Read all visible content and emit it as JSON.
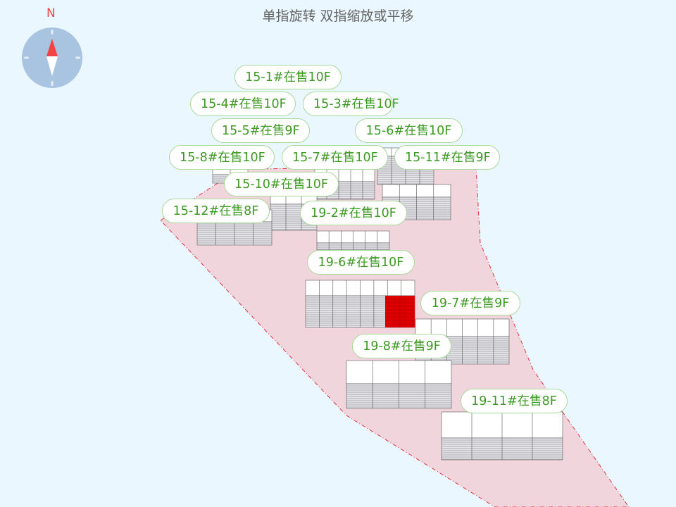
{
  "hint": "单指旋转 双指缩放或平移",
  "compass": {
    "north_label": "N"
  },
  "colors": {
    "background": "#eaf7fe",
    "area_fill": "#f0d6dc",
    "boundary": "#e0333d",
    "label_text": "#3c9a22",
    "sold_unit": "#dd0000"
  },
  "labels": [
    "15-1#在售10F",
    "15-3#在售10F",
    "15-4#在售10F",
    "15-6#在售10F",
    "15-5#在售9F",
    "15-8#在售10F",
    "15-7#在售10F",
    "15-10#在售10F",
    "15-11#在售9F",
    "15-12#在售8F",
    "19-2#在售10F",
    "19-6#在售10F",
    "19-7#在售9F",
    "19-8#在售9F",
    "19-11#在售8F"
  ]
}
